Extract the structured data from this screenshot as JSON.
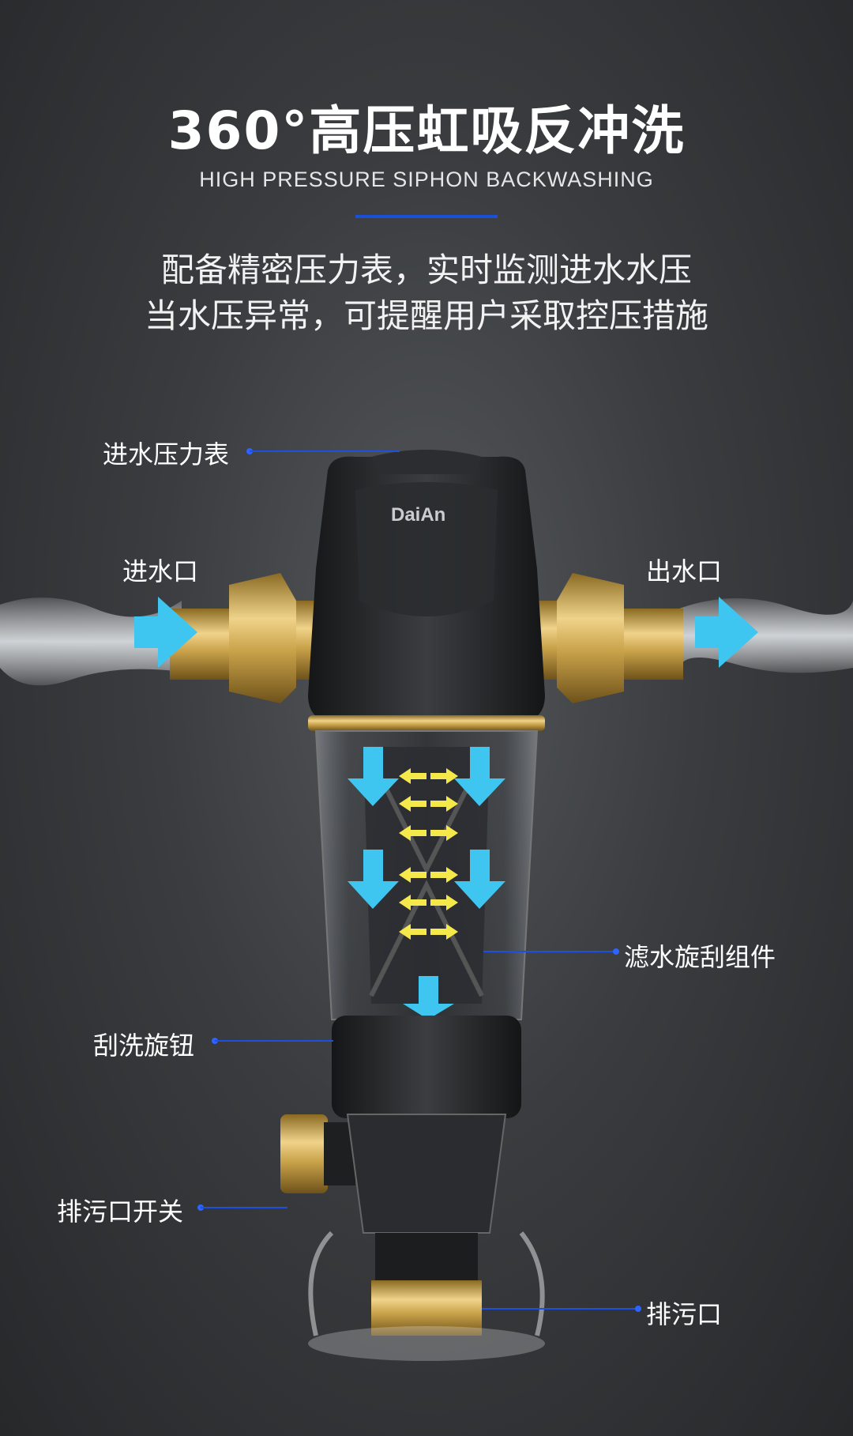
{
  "header": {
    "title": "360°高压虹吸反冲洗",
    "subtitle": "HIGH PRESSURE SIPHON BACKWASHING",
    "accent_color": "#1a4fd8"
  },
  "description": {
    "line1": "配备精密压力表，实时监测进水水压",
    "line2": "当水压异常，可提醒用户采取控压措施"
  },
  "product": {
    "brand": "DaiAn"
  },
  "callouts": {
    "pressure_gauge": "进水压力表",
    "inlet": "进水口",
    "outlet": "出水口",
    "filter_assembly": "滤水旋刮组件",
    "scrub_knob": "刮洗旋钮",
    "drain_switch": "排污口开关",
    "drain_outlet": "排污口"
  },
  "colors": {
    "callout_line": "#1e50e0",
    "flow_arrow": "#3fc6f0",
    "inner_arrow": "#f5e84a",
    "brass": "#c9a24a"
  }
}
